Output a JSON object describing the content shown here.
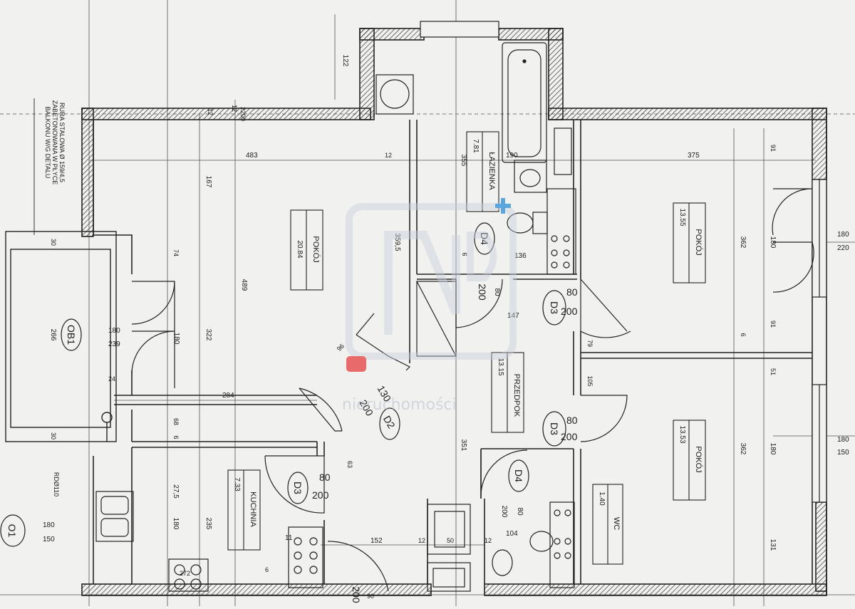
{
  "rooms": [
    {
      "id": "living",
      "label": "POKÓJ",
      "area": "20.84"
    },
    {
      "id": "bath",
      "label": "ŁAZIENKA",
      "area": "7.81"
    },
    {
      "id": "room-ne",
      "label": "POKÓJ",
      "area": "13.55"
    },
    {
      "id": "hall",
      "label": "PRZEDPOK",
      "area": "13.15"
    },
    {
      "id": "room-se",
      "label": "POKÓJ",
      "area": "13.53"
    },
    {
      "id": "kitchen",
      "label": "KUCHNIA",
      "area": "7.33"
    },
    {
      "id": "wc",
      "label": "WC",
      "area": "1.40"
    }
  ],
  "doors": [
    {
      "id": "d4-top",
      "code": "D4",
      "width": "80",
      "height": "200"
    },
    {
      "id": "d3-ne",
      "code": "D3",
      "width": "80",
      "height": "200"
    },
    {
      "id": "d3-se",
      "code": "D3",
      "width": "80",
      "height": "200"
    },
    {
      "id": "d2",
      "code": "D2",
      "width": "130",
      "height": "200"
    },
    {
      "id": "d3-kitchen",
      "code": "D3",
      "width": "80",
      "height": "200"
    },
    {
      "id": "d4-wc",
      "code": "D4",
      "width": "80",
      "height": "200"
    }
  ],
  "balcony": {
    "code": "OB1"
  },
  "window_tag": {
    "code": "O1",
    "width": "180",
    "height": "150"
  },
  "notes": {
    "pipe": [
      "RURA STALOWA Ø 159/4,5",
      "ZABETONOWANA W PŁYCE",
      "BALKONU W/G DETALU"
    ],
    "rd": "RDØ110"
  },
  "dimensions": {
    "d_122": "122",
    "d_12a": "12",
    "d_12b": "12",
    "d_2200": "2200",
    "d_483": "483",
    "d_12c": "12",
    "d_355": "355",
    "d_190": "190",
    "d_375": "375",
    "d_91a": "91",
    "d_167": "167",
    "d_359": "359,5",
    "d_489": "489",
    "d_74": "74",
    "d_136": "136",
    "d_6a": "6",
    "d_362a": "362",
    "d_180a": "180",
    "d_147": "147",
    "d_322": "322",
    "d_180b": "180",
    "d_180c": "180",
    "d_239": "239",
    "d_266": "266",
    "d_30a": "30",
    "d_96": "96",
    "d_79": "79",
    "d_6b": "6",
    "d_91b": "91",
    "d_105": "105",
    "d_51": "51",
    "d_24": "24",
    "d_284": "284",
    "d_68": "68",
    "d_6c": "6",
    "d_30b": "30",
    "d_351": "351",
    "d_362b": "362",
    "d_180d": "180",
    "d_63": "63",
    "d_275": "27,5",
    "d_180e": "180",
    "d_235": "235",
    "d_152": "152",
    "d_12d": "12",
    "d_50": "50",
    "d_12e": "12",
    "d_104": "104",
    "d_131": "131",
    "d_6d": "6",
    "d_272": "272",
    "d_11": "11",
    "d_200b": "200",
    "d_90": "90"
  },
  "window_sizes": [
    {
      "id": "w-ne",
      "width": "180",
      "height": "220"
    },
    {
      "id": "w-se",
      "width": "180",
      "height": "150"
    }
  ],
  "watermark": {
    "text": "nieruchomości"
  }
}
